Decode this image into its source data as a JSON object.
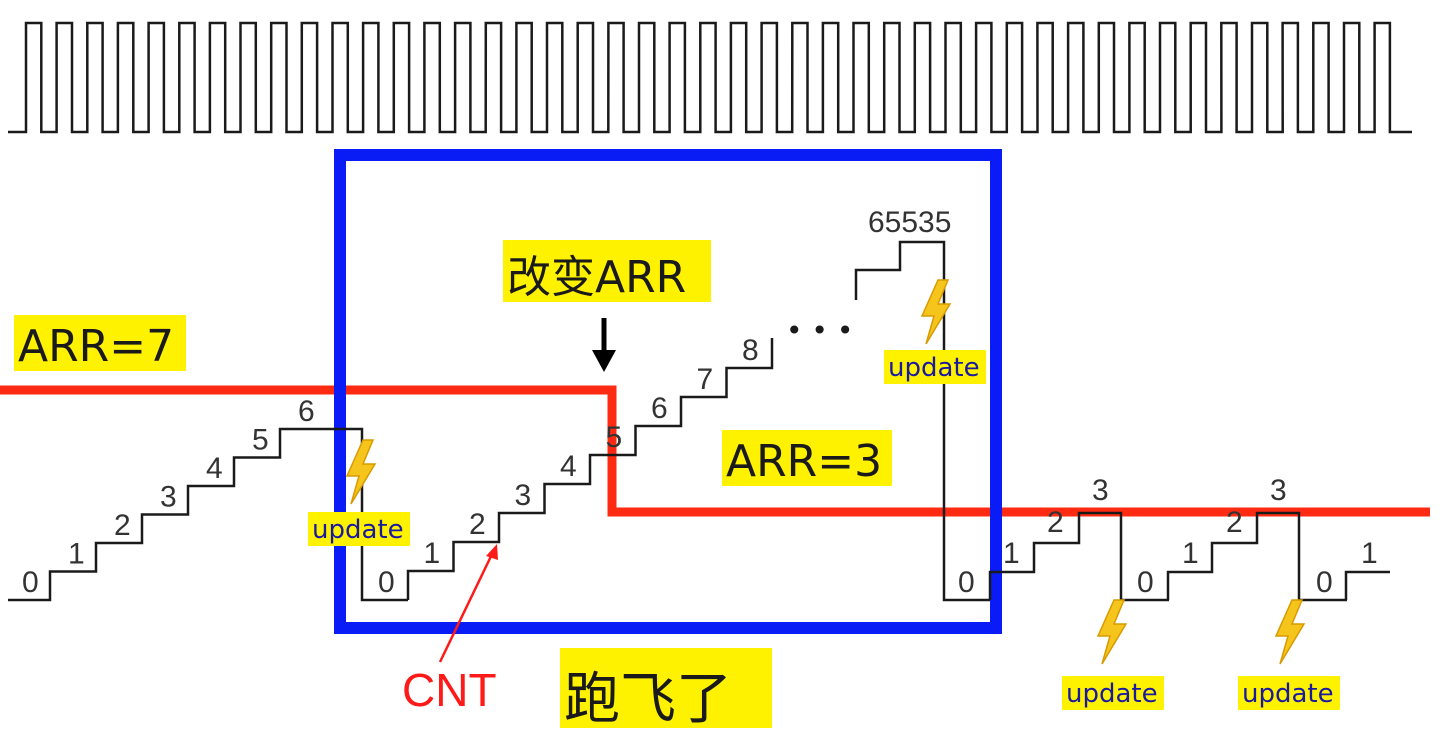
{
  "colors": {
    "clock": "#1a1a1a",
    "counter": "#1a1a1a",
    "arr_line": "#ff2a12",
    "highlight": "#fff200",
    "box": "#0a1cf5",
    "cnt_annotation": "#ff1a1a",
    "bolt": "#f5c51b",
    "update_text": "#1a1aa0"
  },
  "icons": {
    "update_marker": "lightning-bolt-icon"
  },
  "labels": {
    "arr_old": "ARR=7",
    "arr_new": "ARR=3",
    "change_arr": "改变ARR",
    "runaway": "跑飞了",
    "cnt": "CNT",
    "update": "update",
    "ellipsis": "• • •"
  },
  "counter": {
    "counts_before_change": [
      "0",
      "1",
      "2",
      "3",
      "4",
      "5",
      "6"
    ],
    "counts_after_first_update": [
      "0",
      "1",
      "2",
      "3",
      "4",
      "5",
      "6",
      "7",
      "8"
    ],
    "overflow_value": "65535",
    "counts_new_period": [
      "0",
      "1",
      "2",
      "3"
    ],
    "final_counts": [
      "0",
      "1"
    ]
  }
}
